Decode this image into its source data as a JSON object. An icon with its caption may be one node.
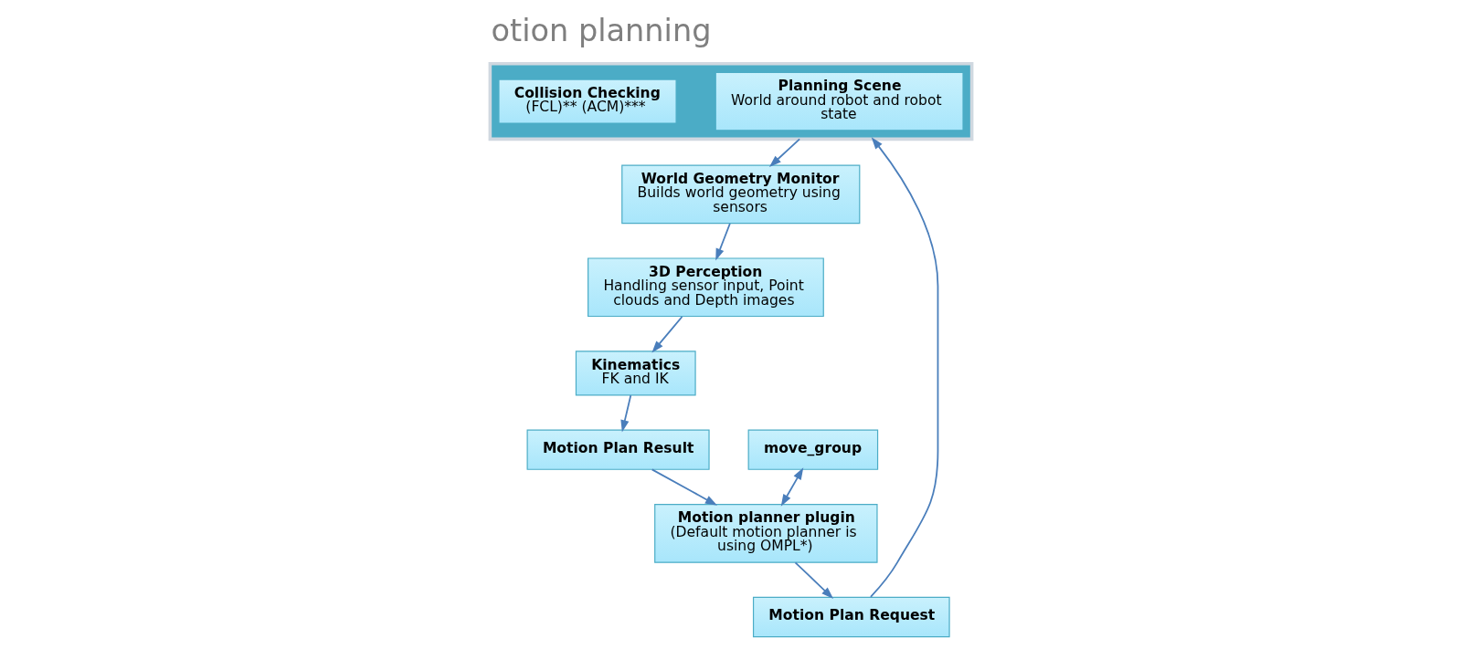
{
  "diagram": {
    "title": "otion planning",
    "nodes": [
      {
        "text": [],
        "shape": "box"
      },
      {
        "text": [
          "Planning Scene",
          "World around robot and robot state"
        ],
        "in": 0
      },
      {
        "text": [
          "Collision Checking",
          "(FCL)** (ACM)***"
        ],
        "in": 0
      },
      {
        "text": [
          "move_group"
        ]
      },
      {
        "text": [
          "Motion planner plugin",
          "(Default motion planner is using OMPL*)"
        ]
      },
      {
        "text": [
          "Motion Plan Request"
        ]
      },
      {
        "text": [
          "Motion Plan Result"
        ]
      },
      {
        "text": [
          "World Geometry Monitor",
          "Builds world geometry using sensors"
        ]
      },
      {
        "text": [
          "3D Perception",
          "Handling sensor input, Point clouds and Depth images"
        ]
      },
      {
        "text": [
          "Kinematics",
          "FK and IK"
        ]
      }
    ],
    "edges": [
      {
        "from": 3,
        "to": 4,
        "arrow": "both"
      },
      {
        "from": 4,
        "to": 5,
        "arrow": "to"
      },
      {
        "from": 5,
        "to": 0,
        "arrow": "to"
      },
      {
        "from": 0,
        "to": 7,
        "arrow": "to"
      },
      {
        "from": 7,
        "to": 8,
        "arrow": "to"
      },
      {
        "from": 8,
        "to": 9,
        "arrow": "to"
      },
      {
        "from": 9,
        "to": 6,
        "arrow": "to"
      },
      {
        "from": 6,
        "to": 4,
        "arrow": "to"
      }
    ]
  }
}
